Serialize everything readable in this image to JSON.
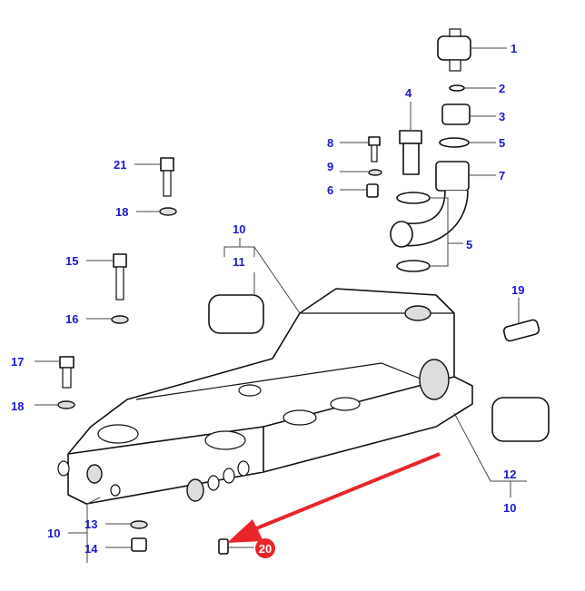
{
  "callouts": [
    "1",
    "2",
    "3",
    "4",
    "5",
    "8",
    "9",
    "6",
    "7",
    "5",
    "21",
    "18",
    "10",
    "11",
    "15",
    "16",
    "17",
    "18",
    "19",
    "12",
    "10",
    "10",
    "13",
    "14",
    "20"
  ],
  "highlight": {
    "label": "20",
    "color": "#e8262a"
  },
  "colors": {
    "label": "#1a1acc",
    "arrow": "#e8262a"
  }
}
